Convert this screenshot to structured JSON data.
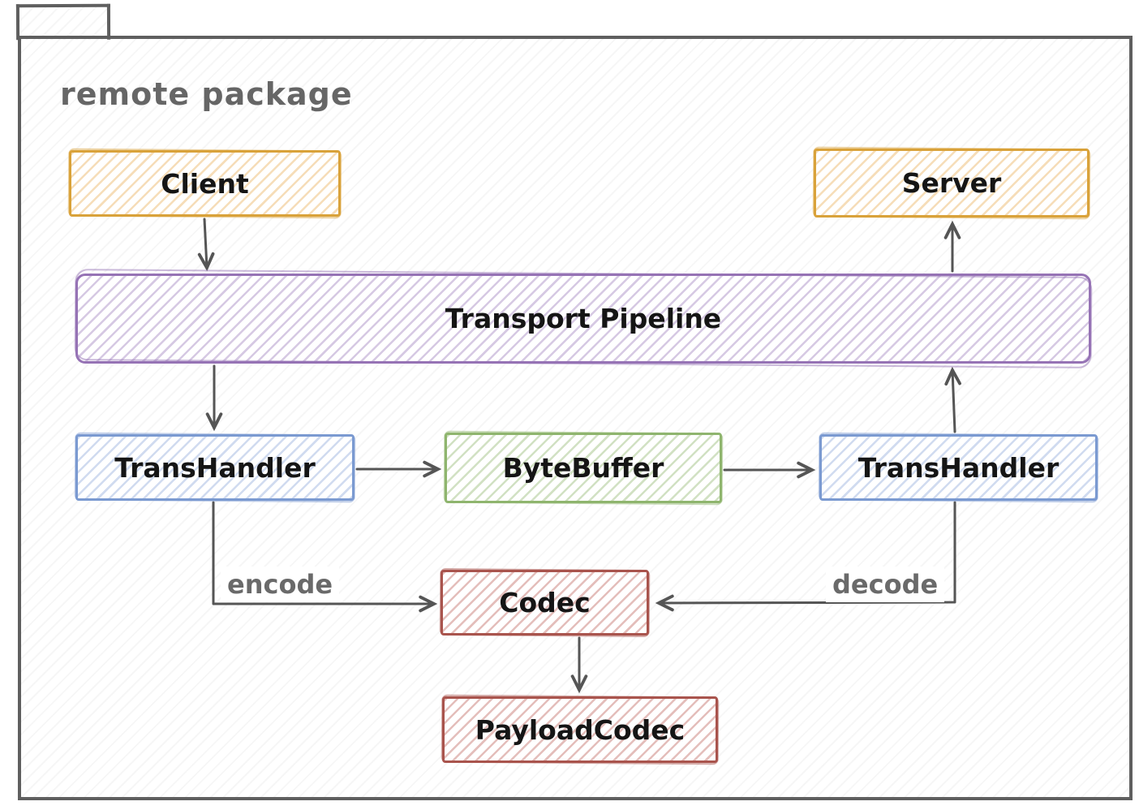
{
  "package": {
    "title": "remote package"
  },
  "nodes": {
    "client": {
      "label": "Client",
      "color": "#d9a23a"
    },
    "server": {
      "label": "Server",
      "color": "#d9a23a"
    },
    "pipeline": {
      "label": "Transport Pipeline",
      "color": "#9673b5"
    },
    "transhandler_left": {
      "label": "TransHandler",
      "color": "#7b9ad1"
    },
    "bytebuffer": {
      "label": "ByteBuffer",
      "color": "#8fb56e"
    },
    "transhandler_right": {
      "label": "TransHandler",
      "color": "#7b9ad1"
    },
    "codec": {
      "label": "Codec",
      "color": "#a9544d"
    },
    "payloadcodec": {
      "label": "PayloadCodec",
      "color": "#a9544d"
    }
  },
  "edges": [
    {
      "from": "client",
      "to": "pipeline",
      "label": ""
    },
    {
      "from": "pipeline",
      "to": "transhandler_left",
      "label": ""
    },
    {
      "from": "transhandler_left",
      "to": "bytebuffer",
      "label": ""
    },
    {
      "from": "bytebuffer",
      "to": "transhandler_right",
      "label": ""
    },
    {
      "from": "transhandler_right",
      "to": "pipeline",
      "label": ""
    },
    {
      "from": "pipeline",
      "to": "server",
      "label": ""
    },
    {
      "from": "transhandler_left",
      "to": "codec",
      "label": "encode"
    },
    {
      "from": "transhandler_right",
      "to": "codec",
      "label": "decode"
    },
    {
      "from": "codec",
      "to": "payloadcodec",
      "label": ""
    }
  ],
  "colors": {
    "package_border": "#5f5f5f",
    "title_text": "#666666",
    "arrow": "#555555",
    "node_label_text": "#151515",
    "edge_label_text": "#6a6a6a",
    "orange": "#d9a23a",
    "purple": "#9673b5",
    "blue": "#7b9ad1",
    "green": "#8fb56e",
    "red": "#a9544d"
  }
}
